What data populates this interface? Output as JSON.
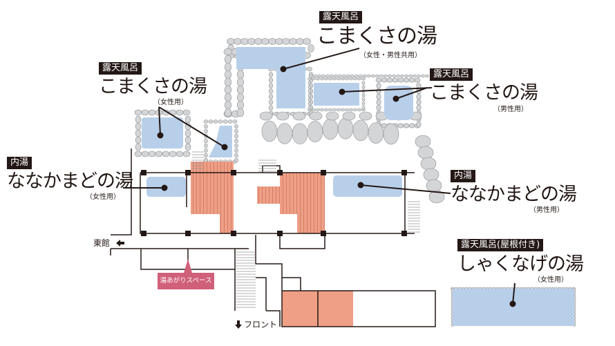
{
  "labels": {
    "shared_outdoor": {
      "tag": "露天風呂",
      "name": "こまくさの湯",
      "note": "（女性・男性共用）"
    },
    "female_outdoor": {
      "tag": "露天風呂",
      "name": "こまくさの湯",
      "note": "（女性用）"
    },
    "male_outdoor": {
      "tag": "露天風呂",
      "name": "こまくさの湯",
      "note": "（男性用）"
    },
    "female_indoor": {
      "tag": "内湯",
      "name": "ななかまどの湯",
      "note": "（女性用）"
    },
    "male_indoor": {
      "tag": "内湯",
      "name": "ななかまどの湯",
      "note": "（男性用）"
    },
    "roofed_outdoor": {
      "tag": "露天風呂(屋根付き)",
      "name": "しゃくなげの湯",
      "note": "（女性用）"
    }
  },
  "nav": {
    "east_wing": "東館",
    "front": "フロント",
    "rest_space": "湯あがりスペース"
  },
  "colors": {
    "pool": "#B8CFEA",
    "floor": "#EE9F85",
    "stone": "#D3D5D7",
    "tag": "#231815",
    "rest": "#D0607A"
  }
}
